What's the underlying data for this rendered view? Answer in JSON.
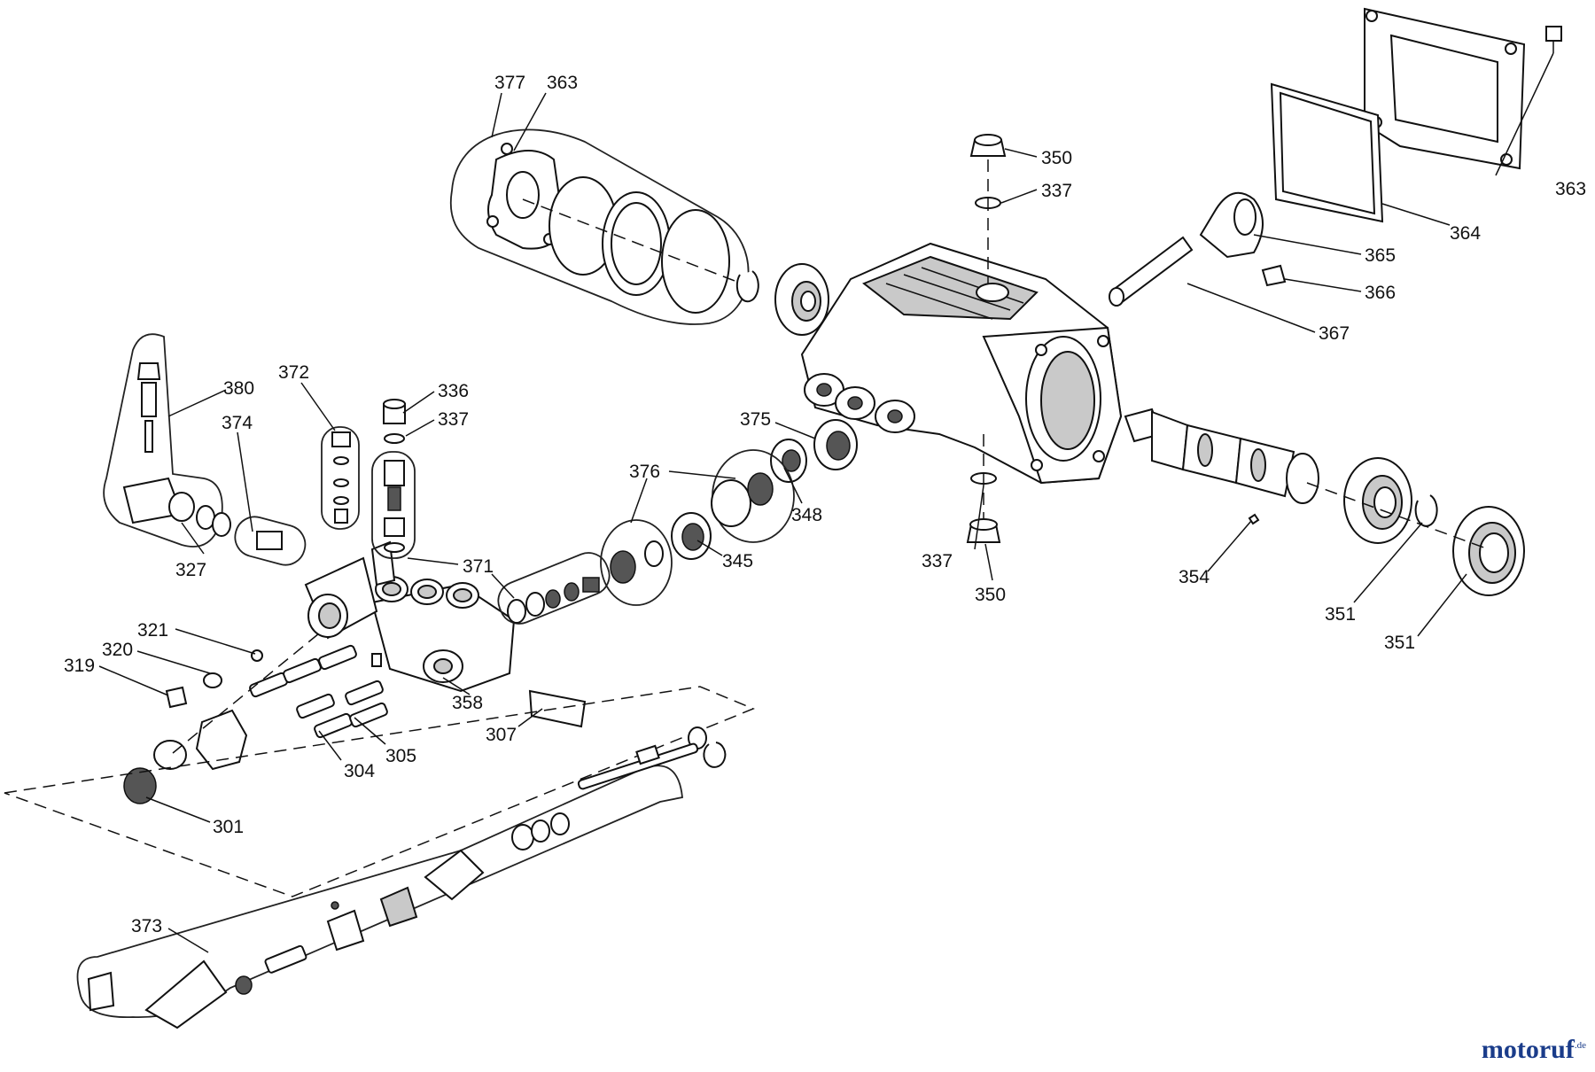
{
  "labels": {
    "l377": "377",
    "l363a": "363",
    "l363b": "363",
    "l364": "364",
    "l365": "365",
    "l366": "366",
    "l367": "367",
    "l350a": "350",
    "l337a": "337",
    "l350b": "350",
    "l337b": "337",
    "l380": "380",
    "l374": "374",
    "l372": "372",
    "l336": "336",
    "l337c": "337",
    "l327": "327",
    "l371": "371",
    "l375": "375",
    "l376": "376",
    "l348": "348",
    "l345": "345",
    "l354": "354",
    "l351a": "351",
    "l351b": "351",
    "l321": "321",
    "l320": "320",
    "l319": "319",
    "l358": "358",
    "l307": "307",
    "l305": "305",
    "l304": "304",
    "l301": "301",
    "l373": "373"
  },
  "watermark": {
    "name": "motoruf",
    "tld": ".de"
  }
}
